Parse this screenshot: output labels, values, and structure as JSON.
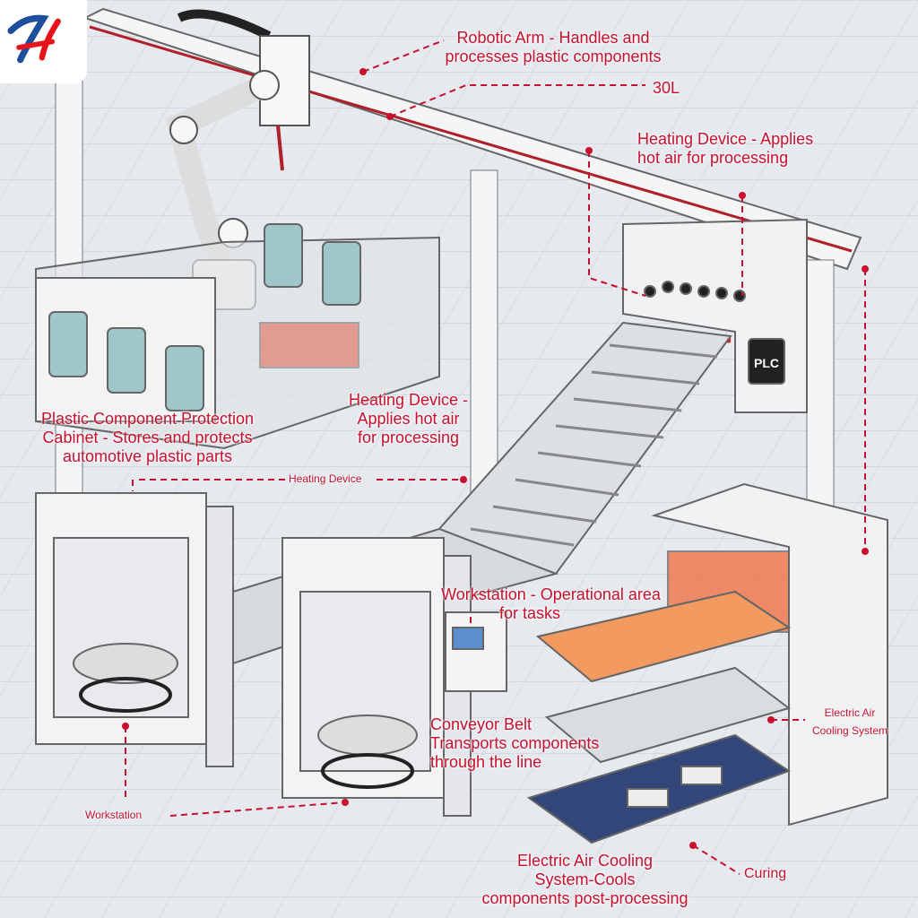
{
  "logo_text": "H",
  "labels": {
    "robotic_arm": [
      "Robotic Arm - Handles and",
      "processes plastic components"
    ],
    "capacity": "30L",
    "heating_top": [
      "Heating Device - Applies",
      "hot air for processing"
    ],
    "cabinet": [
      "Plastic Component Protection",
      "Cabinet - Stores and protects",
      "automotive plastic parts"
    ],
    "heating_mid": [
      "Heating Device -",
      "Applies hot air",
      "for processing"
    ],
    "heating_small": "Heating Device",
    "workstation_op": [
      "Workstation - Operational area",
      "for tasks"
    ],
    "conveyor": [
      "Conveyor Belt",
      "Transports components",
      "through the line"
    ],
    "cooling_small": [
      "Electric Air",
      "Cooling System"
    ],
    "workstation_small": "Workstation",
    "cooling_bottom": [
      "Electric Air Cooling",
      "System-Cools",
      "components post-processing"
    ],
    "curing": "Curing",
    "plc": "PLC"
  },
  "colors": {
    "accent": "#c8102e",
    "logo_blue": "#1d4f9c",
    "logo_red": "#e8141c"
  }
}
